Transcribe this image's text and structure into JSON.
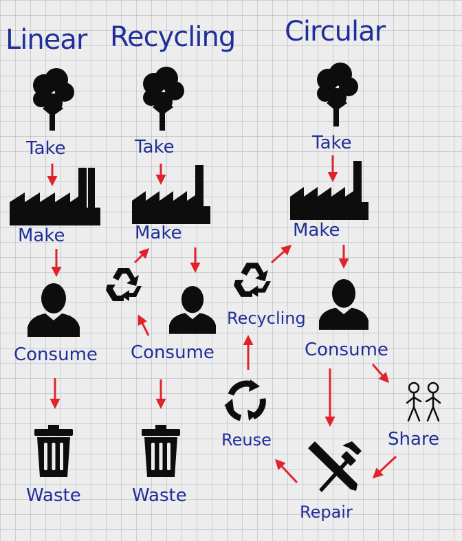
{
  "titles": {
    "linear": "Linear",
    "recycling": "Recycling",
    "circular": "Circular"
  },
  "labels": {
    "take": "Take",
    "make": "Make",
    "consume": "Consume",
    "waste": "Waste",
    "recycling": "Recycling",
    "reuse": "Reuse",
    "share": "Share",
    "repair": "Repair"
  },
  "colors": {
    "text": "#1f2f9a",
    "arrow": "#e0232b",
    "icon": "#0d0d0d",
    "grid": "#ededee"
  },
  "icons": [
    "tree-icon",
    "factory-icon",
    "person-icon",
    "trash-can-icon",
    "recycle-icon",
    "reuse-icon",
    "people-icon",
    "repair-tools-icon"
  ]
}
